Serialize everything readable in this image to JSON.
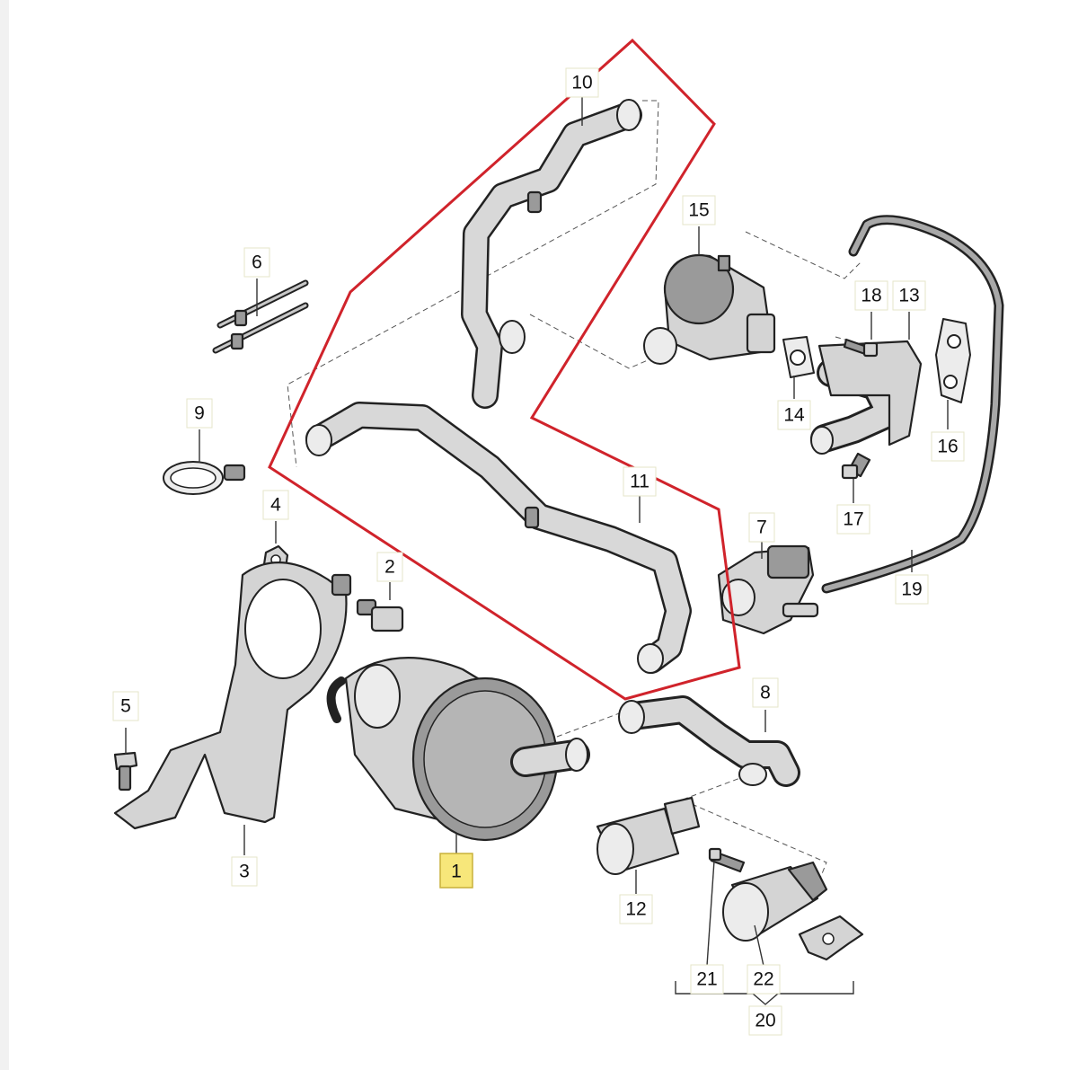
{
  "diagram": {
    "callouts": [
      {
        "id": "1",
        "label": "1",
        "highlighted": true
      },
      {
        "id": "2",
        "label": "2"
      },
      {
        "id": "3",
        "label": "3"
      },
      {
        "id": "4",
        "label": "4"
      },
      {
        "id": "5",
        "label": "5"
      },
      {
        "id": "6",
        "label": "6"
      },
      {
        "id": "7",
        "label": "7"
      },
      {
        "id": "8",
        "label": "8"
      },
      {
        "id": "9",
        "label": "9"
      },
      {
        "id": "10",
        "label": "10"
      },
      {
        "id": "11",
        "label": "11"
      },
      {
        "id": "12",
        "label": "12"
      },
      {
        "id": "13",
        "label": "13"
      },
      {
        "id": "14",
        "label": "14"
      },
      {
        "id": "15",
        "label": "15"
      },
      {
        "id": "16",
        "label": "16"
      },
      {
        "id": "17",
        "label": "17"
      },
      {
        "id": "18",
        "label": "18"
      },
      {
        "id": "19",
        "label": "19"
      },
      {
        "id": "20",
        "label": "20"
      },
      {
        "id": "21",
        "label": "21"
      },
      {
        "id": "22",
        "label": "22"
      }
    ],
    "colors": {
      "highlight_outline": "#d0232b",
      "callout_highlight": "#f7e77a",
      "line": "#222222",
      "part_fill": "#d4d4d4"
    }
  }
}
